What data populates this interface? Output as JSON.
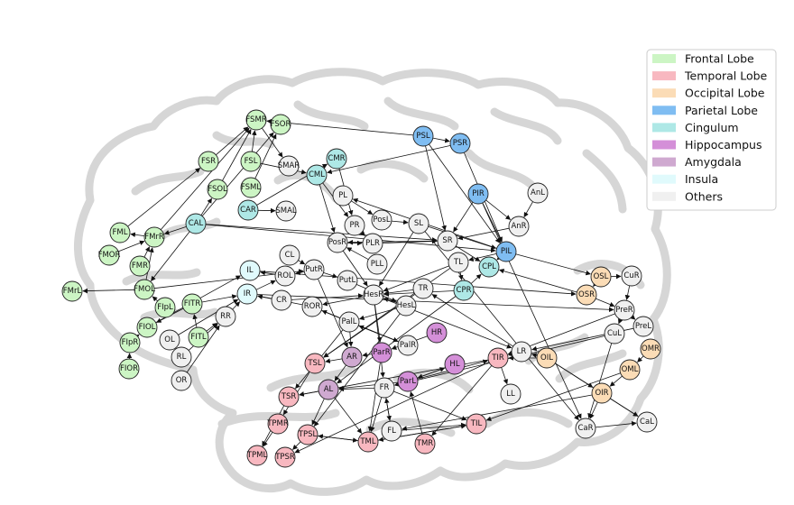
{
  "legend": [
    {
      "label": "Frontal Lobe",
      "color": "#ccf5c4"
    },
    {
      "label": "Temporal Lobe",
      "color": "#f8b8c0"
    },
    {
      "label": "Occipital Lobe",
      "color": "#fbdcb6"
    },
    {
      "label": "Parietal Lobe",
      "color": "#7fbdf2"
    },
    {
      "label": "Cingulum",
      "color": "#aee8e6"
    },
    {
      "label": "Hippocampus",
      "color": "#d48fd8"
    },
    {
      "label": "Amygdala",
      "color": "#cfa9d0"
    },
    {
      "label": "Insula",
      "color": "#e0fafc"
    },
    {
      "label": "Others",
      "color": "#f0f0f0"
    }
  ],
  "nodes": [
    {
      "id": "FSMR",
      "group": 0
    },
    {
      "id": "FSOR",
      "group": 0
    },
    {
      "id": "FSR",
      "group": 0
    },
    {
      "id": "FSL",
      "group": 0
    },
    {
      "id": "FSOL",
      "group": 0
    },
    {
      "id": "FSML",
      "group": 0
    },
    {
      "id": "FML",
      "group": 0
    },
    {
      "id": "FMOR",
      "group": 0
    },
    {
      "id": "FMrR",
      "group": 0
    },
    {
      "id": "FMR",
      "group": 0
    },
    {
      "id": "FMOL",
      "group": 0
    },
    {
      "id": "FMrL",
      "group": 0
    },
    {
      "id": "FIpL",
      "group": 0
    },
    {
      "id": "FITR",
      "group": 0
    },
    {
      "id": "FIOL",
      "group": 0
    },
    {
      "id": "FIpR",
      "group": 0
    },
    {
      "id": "FITL",
      "group": 0
    },
    {
      "id": "FIOR",
      "group": 0
    },
    {
      "id": "TSL",
      "group": 1
    },
    {
      "id": "TSR",
      "group": 1
    },
    {
      "id": "TPMR",
      "group": 1
    },
    {
      "id": "TPML",
      "group": 1
    },
    {
      "id": "TPSL",
      "group": 1
    },
    {
      "id": "TPSR",
      "group": 1
    },
    {
      "id": "TML",
      "group": 1
    },
    {
      "id": "TMR",
      "group": 1
    },
    {
      "id": "TIL",
      "group": 1
    },
    {
      "id": "TIR",
      "group": 1
    },
    {
      "id": "OSL",
      "group": 2
    },
    {
      "id": "OSR",
      "group": 2
    },
    {
      "id": "OIL",
      "group": 2
    },
    {
      "id": "OMR",
      "group": 2
    },
    {
      "id": "OML",
      "group": 2
    },
    {
      "id": "OIR",
      "group": 2
    },
    {
      "id": "PSL",
      "group": 3
    },
    {
      "id": "PSR",
      "group": 3
    },
    {
      "id": "PIR",
      "group": 3
    },
    {
      "id": "PIL",
      "group": 3
    },
    {
      "id": "CMR",
      "group": 4
    },
    {
      "id": "CML",
      "group": 4
    },
    {
      "id": "CAL",
      "group": 4
    },
    {
      "id": "CAR",
      "group": 4
    },
    {
      "id": "CPL",
      "group": 4
    },
    {
      "id": "CPR",
      "group": 4
    },
    {
      "id": "HR",
      "group": 5
    },
    {
      "id": "ParR",
      "group": 5
    },
    {
      "id": "HL",
      "group": 5
    },
    {
      "id": "ParL",
      "group": 5
    },
    {
      "id": "AR",
      "group": 6
    },
    {
      "id": "AL",
      "group": 6
    },
    {
      "id": "IL",
      "group": 7
    },
    {
      "id": "IR",
      "group": 7
    },
    {
      "id": "SMAR",
      "group": 8
    },
    {
      "id": "SMAL",
      "group": 8
    },
    {
      "id": "PL",
      "group": 8
    },
    {
      "id": "PR",
      "group": 8
    },
    {
      "id": "PosL",
      "group": 8
    },
    {
      "id": "SL",
      "group": 8
    },
    {
      "id": "PosR",
      "group": 8
    },
    {
      "id": "PLR",
      "group": 8
    },
    {
      "id": "SR",
      "group": 8
    },
    {
      "id": "AnL",
      "group": 8
    },
    {
      "id": "AnR",
      "group": 8
    },
    {
      "id": "CL",
      "group": 8
    },
    {
      "id": "PutR",
      "group": 8
    },
    {
      "id": "ROL",
      "group": 8
    },
    {
      "id": "PLL",
      "group": 8
    },
    {
      "id": "PutL",
      "group": 8
    },
    {
      "id": "TL",
      "group": 8
    },
    {
      "id": "TR",
      "group": 8
    },
    {
      "id": "CR",
      "group": 8
    },
    {
      "id": "ROR",
      "group": 8
    },
    {
      "id": "HesR",
      "group": 8
    },
    {
      "id": "HesL",
      "group": 8
    },
    {
      "id": "RR",
      "group": 8
    },
    {
      "id": "PalL",
      "group": 8
    },
    {
      "id": "OL",
      "group": 8
    },
    {
      "id": "RL",
      "group": 8
    },
    {
      "id": "OR",
      "group": 8
    },
    {
      "id": "PalR",
      "group": 8
    },
    {
      "id": "LR",
      "group": 8
    },
    {
      "id": "FR",
      "group": 8
    },
    {
      "id": "LL",
      "group": 8
    },
    {
      "id": "FL",
      "group": 8
    },
    {
      "id": "CuR",
      "group": 8
    },
    {
      "id": "PreR",
      "group": 8
    },
    {
      "id": "PreL",
      "group": 8
    },
    {
      "id": "CuL",
      "group": 8
    },
    {
      "id": "CaR",
      "group": 8
    },
    {
      "id": "CaL",
      "group": 8
    }
  ],
  "edges": [
    [
      "FSR",
      "FSMR"
    ],
    [
      "FSL",
      "FSMR"
    ],
    [
      "FSOL",
      "FSMR"
    ],
    [
      "FSML",
      "FSOR"
    ],
    [
      "FMrR",
      "FSMR"
    ],
    [
      "CAL",
      "FSOR"
    ],
    [
      "FML",
      "FSR"
    ],
    [
      "FMOR",
      "FMrR"
    ],
    [
      "FMrR",
      "FML"
    ],
    [
      "FMR",
      "FMrR"
    ],
    [
      "FMOL",
      "FMrR"
    ],
    [
      "FMOL",
      "FMrL"
    ],
    [
      "FIpL",
      "FMOL"
    ],
    [
      "FITR",
      "FIOL"
    ],
    [
      "FIpR",
      "FIOL"
    ],
    [
      "FITL",
      "FITR"
    ],
    [
      "FIOR",
      "FIpR"
    ],
    [
      "CAL",
      "FMrR"
    ],
    [
      "CAL",
      "FMOL"
    ],
    [
      "CAL",
      "FSOL"
    ],
    [
      "CAR",
      "SMAL"
    ],
    [
      "CAR",
      "CMR"
    ],
    [
      "CML",
      "PR"
    ],
    [
      "CMR",
      "PR"
    ],
    [
      "FSMR",
      "SMAR"
    ],
    [
      "FSL",
      "CML"
    ],
    [
      "PSL",
      "PSR"
    ],
    [
      "PSL",
      "PIL"
    ],
    [
      "PSR",
      "PIL"
    ],
    [
      "PIR",
      "PIL"
    ],
    [
      "PIR",
      "SR"
    ],
    [
      "PSL",
      "SR"
    ],
    [
      "PIL",
      "OSL"
    ],
    [
      "PIL",
      "CPL"
    ],
    [
      "PIL",
      "TL"
    ],
    [
      "AnL",
      "AnR"
    ],
    [
      "AnR",
      "SR"
    ],
    [
      "PIR",
      "AnR"
    ],
    [
      "SL",
      "PIL"
    ],
    [
      "PosL",
      "SL"
    ],
    [
      "PL",
      "PosL"
    ],
    [
      "PR",
      "PLR"
    ],
    [
      "PosR",
      "PLR"
    ],
    [
      "PLR",
      "SR"
    ],
    [
      "SR",
      "CPL"
    ],
    [
      "SR",
      "PosR"
    ],
    [
      "PLL",
      "PosR"
    ],
    [
      "PutR",
      "ROL"
    ],
    [
      "CL",
      "PutR"
    ],
    [
      "PutR",
      "PutL"
    ],
    [
      "ROL",
      "IL"
    ],
    [
      "IR",
      "ROL"
    ],
    [
      "CR",
      "IR"
    ],
    [
      "ROR",
      "IR"
    ],
    [
      "HesR",
      "ROR"
    ],
    [
      "HesL",
      "HesR"
    ],
    [
      "TL",
      "HesR"
    ],
    [
      "TR",
      "HesR"
    ],
    [
      "CPR",
      "HesR"
    ],
    [
      "CPR",
      "CPL"
    ],
    [
      "PalL",
      "ROR"
    ],
    [
      "RR",
      "IR"
    ],
    [
      "OL",
      "IR"
    ],
    [
      "RL",
      "RR"
    ],
    [
      "OR",
      "RR"
    ],
    [
      "PalL",
      "PalR"
    ],
    [
      "PalR",
      "PalL"
    ],
    [
      "HR",
      "ParR"
    ],
    [
      "ParR",
      "AR"
    ],
    [
      "AR",
      "TSL"
    ],
    [
      "AR",
      "AL"
    ],
    [
      "AL",
      "TSR"
    ],
    [
      "ParL",
      "AL"
    ],
    [
      "HL",
      "ParL"
    ],
    [
      "ParL",
      "HL"
    ],
    [
      "ParL",
      "FR"
    ],
    [
      "FR",
      "AL"
    ],
    [
      "AL",
      "TPSL"
    ],
    [
      "TSL",
      "TPMR"
    ],
    [
      "TSR",
      "TPML"
    ],
    [
      "TPMR",
      "TPML"
    ],
    [
      "TPSL",
      "TPSR"
    ],
    [
      "TPSL",
      "TML"
    ],
    [
      "TML",
      "TPSL"
    ],
    [
      "TML",
      "TIL"
    ],
    [
      "TIL",
      "TML"
    ],
    [
      "FL",
      "TIL"
    ],
    [
      "TMR",
      "ParL"
    ],
    [
      "FL",
      "FR"
    ],
    [
      "TIR",
      "TMR"
    ],
    [
      "TIR",
      "TPSR"
    ],
    [
      "ParL",
      "TIR"
    ],
    [
      "TIR",
      "LL"
    ],
    [
      "LR",
      "TIR"
    ],
    [
      "HesR",
      "LR"
    ],
    [
      "LR",
      "TR"
    ],
    [
      "OIL",
      "LR"
    ],
    [
      "OIL",
      "TIR"
    ],
    [
      "OIL",
      "OIR"
    ],
    [
      "OSL",
      "OSR"
    ],
    [
      "OSL",
      "CuR"
    ],
    [
      "CuR",
      "PreR"
    ],
    [
      "OSR",
      "PreR"
    ],
    [
      "PreR",
      "PreL"
    ],
    [
      "PreR",
      "CuL"
    ],
    [
      "OMR",
      "OML"
    ],
    [
      "OML",
      "OIR"
    ],
    [
      "OIR",
      "CaR"
    ],
    [
      "OIR",
      "CaL"
    ],
    [
      "CaR",
      "CaL"
    ],
    [
      "CuL",
      "CaR"
    ],
    [
      "OML",
      "TIL"
    ],
    [
      "SL",
      "CaR"
    ],
    [
      "PIR",
      "CaR"
    ],
    [
      "OIL",
      "CaL"
    ],
    [
      "PutL",
      "HesL"
    ],
    [
      "HesL",
      "PalL"
    ],
    [
      "PutR",
      "AR"
    ],
    [
      "HesR",
      "ParR"
    ],
    [
      "HesR",
      "FR"
    ],
    [
      "ROR",
      "PalR"
    ],
    [
      "CR",
      "HesR"
    ],
    [
      "IL",
      "OSR"
    ],
    [
      "IR",
      "PreR"
    ],
    [
      "FMOL",
      "PutR"
    ],
    [
      "CAL",
      "SR"
    ],
    [
      "CAL",
      "PIL"
    ],
    [
      "FITR",
      "IR"
    ],
    [
      "FITL",
      "RR"
    ],
    [
      "FIOL",
      "IL"
    ],
    [
      "CML",
      "PosR"
    ],
    [
      "PosR",
      "HesR"
    ],
    [
      "PSL",
      "FSMR"
    ],
    [
      "PSR",
      "CML"
    ],
    [
      "PIL",
      "PL"
    ],
    [
      "SL",
      "HesR"
    ],
    [
      "TL",
      "CPR"
    ],
    [
      "TR",
      "TSL"
    ],
    [
      "TL",
      "TSL"
    ],
    [
      "PalL",
      "TSR"
    ],
    [
      "PalL",
      "AR"
    ],
    [
      "FR",
      "TML"
    ],
    [
      "FR",
      "FL"
    ],
    [
      "FR",
      "TIL"
    ],
    [
      "AL",
      "TML"
    ],
    [
      "ParR",
      "TML"
    ],
    [
      "TIR",
      "TSR"
    ],
    [
      "HesL",
      "TPSL"
    ],
    [
      "CPR",
      "AL"
    ],
    [
      "PreR",
      "TIR"
    ],
    [
      "CuL",
      "FR"
    ],
    [
      "OIR",
      "FL"
    ],
    [
      "OSR",
      "CPL"
    ],
    [
      "PreL",
      "LR"
    ]
  ]
}
